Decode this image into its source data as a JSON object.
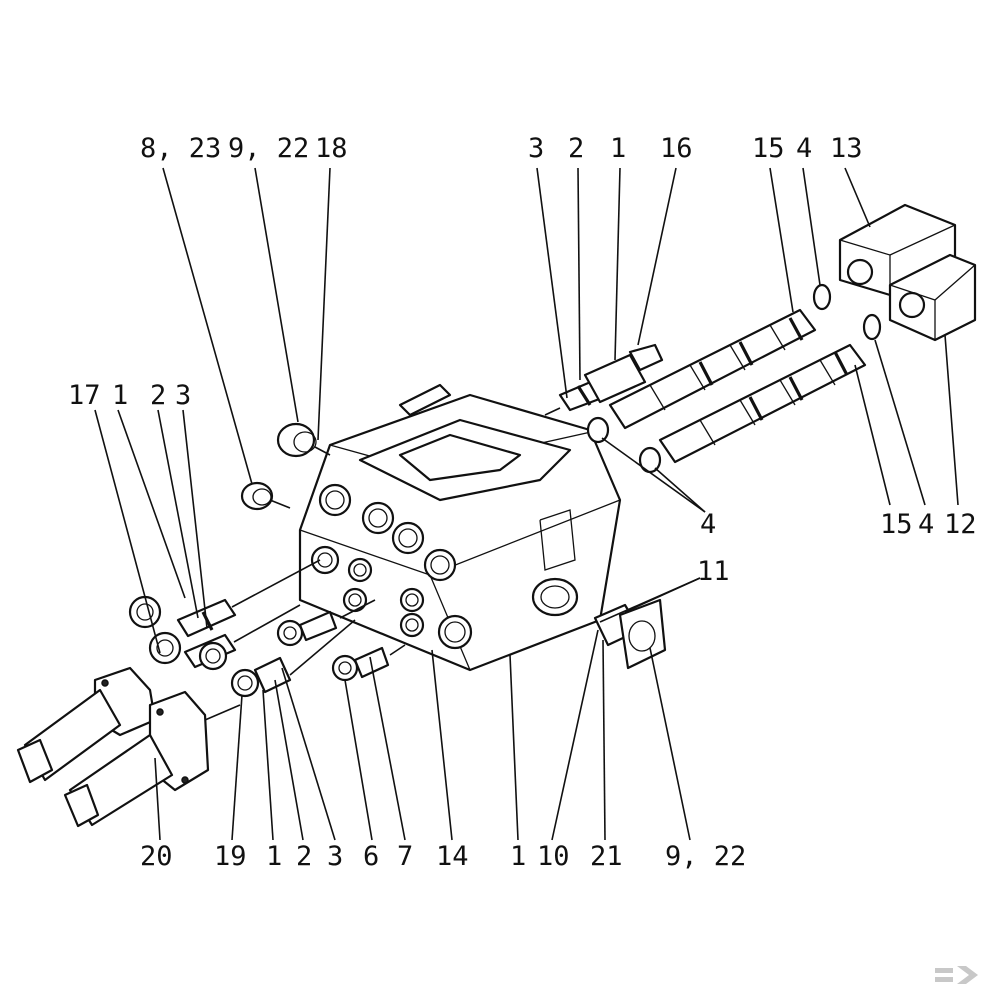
{
  "labels": {
    "t_8_23": "8, 23",
    "t_9_22": "9, 22",
    "t_18": "18",
    "t_3": "3",
    "t_2": "2",
    "t_1": "1",
    "t_16": "16",
    "t_15": "15",
    "t_4": "4",
    "t_13": "13",
    "l_17": "17",
    "l_1": "1",
    "l_2": "2",
    "l_3": "3",
    "r_4": "4",
    "r_15": "15",
    "r_4b": "4",
    "r_12": "12",
    "r_11": "11",
    "b_20": "20",
    "b_19": "19",
    "b_1": "1",
    "b_2": "2",
    "b_3": "3",
    "b_6": "6",
    "b_7": "7",
    "b_14": "14",
    "b_1b": "1",
    "b_10": "10",
    "b_21": "21",
    "b_9_22": "9, 22"
  },
  "logo": {
    "color": "#c8c8c8"
  }
}
